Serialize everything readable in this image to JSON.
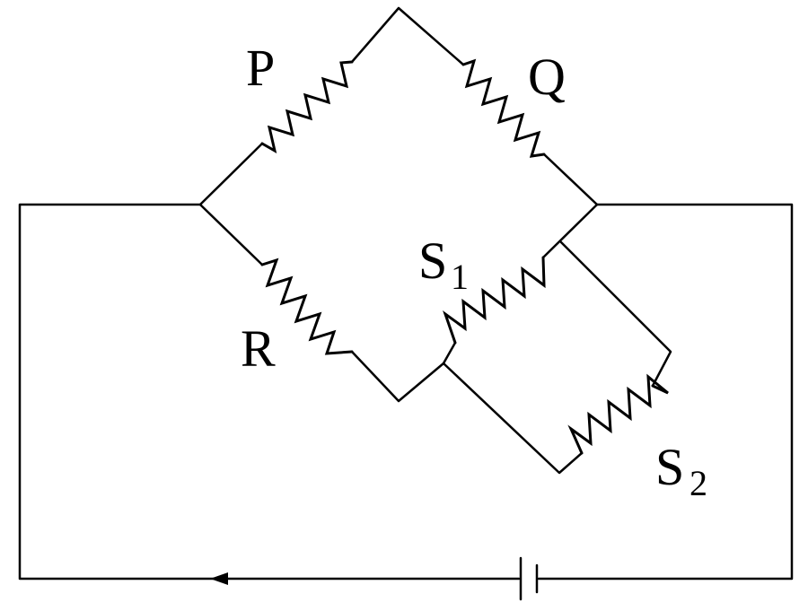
{
  "labels": {
    "P": "P",
    "Q": "Q",
    "R": "R",
    "S1": {
      "main": "S",
      "sub": "1"
    },
    "S2": {
      "main": "S",
      "sub": "2"
    }
  },
  "components": {
    "resistors": [
      "P",
      "Q",
      "R",
      "S1",
      "S2"
    ],
    "battery": "cell",
    "arrow": "current-direction-left"
  },
  "colors": {
    "stroke": "#000000",
    "background": "#ffffff"
  }
}
